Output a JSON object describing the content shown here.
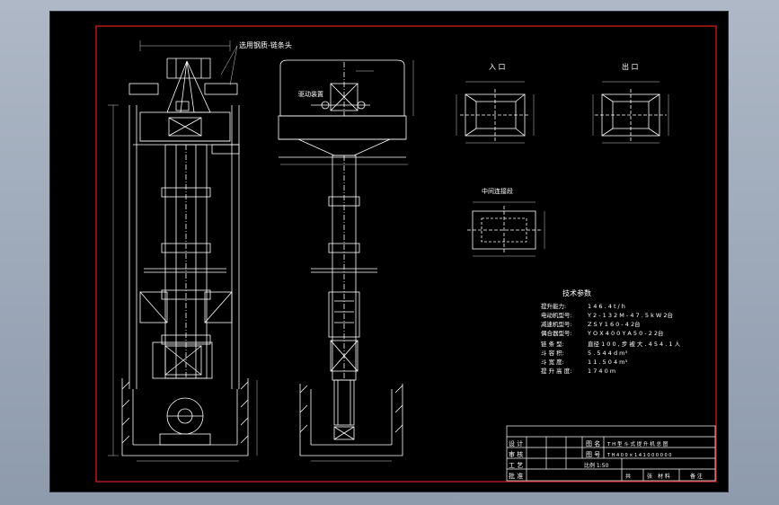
{
  "colors": {
    "background": "#000000",
    "frame": "#e02020",
    "lines": "#ffffff",
    "dims": "#cccccc"
  },
  "annotations": {
    "head_note": "选用钢质-链条头",
    "drive_label": "驱动装置",
    "inlet_title": "入 口",
    "outlet_title": "出 口",
    "section_title": "中间连接段"
  },
  "tech": {
    "title": "技术参数",
    "rows": [
      {
        "label": "提升能力:",
        "value": "1 4 6 . 4 t / h"
      },
      {
        "label": "电动机型号:",
        "value": "Y 2 - 1 3 2 M - 4   7 . 5 k W    2台"
      },
      {
        "label": "减速机型号:",
        "value": "Z S Y 1 6 0 - 4        2台"
      },
      {
        "label": "偶合器型号:",
        "value": "Y O X 4 0 0   Y A 5 0 - 2    2台"
      },
      {
        "label": "链 条 型:",
        "value": "直径 1 0 0 ,  步   被 大 . 4 5 4 . 1 人"
      },
      {
        "label": "斗 容 积:",
        "value": "5 . 5 4 4 d m³"
      },
      {
        "label": "斗 宽 度:",
        "value": "1 1 . 5 0 4 m³"
      },
      {
        "label": "提 升 高 度:",
        "value": "1 7 4 0 m"
      }
    ]
  },
  "title_block": {
    "drawing_name_label": "图 名",
    "drawing_name": "T H 型 斗 式 提 升 机 总 图",
    "drawing_no_label": "图 号",
    "drawing_no": "T H 4 0 0 × 1 4 1 0 0 0 0 0 0",
    "roles": [
      "设 计",
      "审 核",
      "工 艺",
      "批 准"
    ],
    "bottom_row": [
      "比例 1:50",
      "共",
      "张",
      "材 料",
      "备 注"
    ]
  }
}
